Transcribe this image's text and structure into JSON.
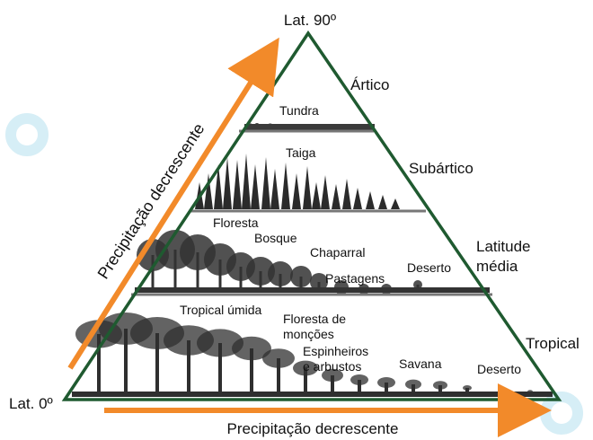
{
  "apex_label": "Lat. 90º",
  "base_label": "Lat. 0º",
  "arrows": {
    "diagonal_label": "Precipitação decrescente",
    "bottom_label": "Precipitação decrescente",
    "color": "#f28a2a"
  },
  "zones": {
    "arctic": "Ártico",
    "subarctic": "Subártico",
    "mid_latitude_line1": "Latitude",
    "mid_latitude_line2": "média",
    "tropical": "Tropical"
  },
  "biomes": {
    "tundra": "Tundra",
    "taiga": "Taiga",
    "floresta": "Floresta",
    "bosque": "Bosque",
    "chaparral": "Chaparral",
    "pastagens": "Pastagens",
    "deserto_mid": "Deserto",
    "tropical_umida": "Tropical úmida",
    "floresta_moncoes_line1": "Floresta de",
    "floresta_moncoes_line2": "monções",
    "espinheiros_line1": "Espinheiros",
    "espinheiros_line2": "e arbustos",
    "savana": "Savana",
    "deserto_trop": "Deserto"
  },
  "colors": {
    "triangle": "#1f5a30",
    "vegetation": "#2b2b2b"
  }
}
